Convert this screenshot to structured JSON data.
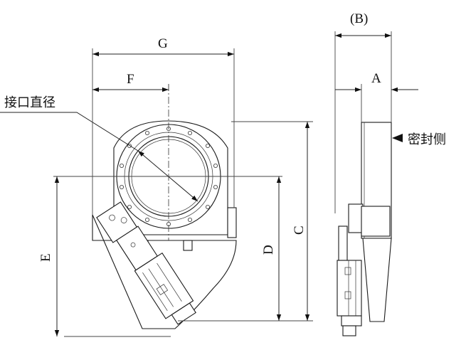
{
  "labels": {
    "G": "G",
    "F": "F",
    "B": "(B)",
    "A": "A",
    "C": "C",
    "D": "D",
    "E": "E",
    "port_diameter": "接口直径",
    "seal_side": "密封侧"
  }
}
